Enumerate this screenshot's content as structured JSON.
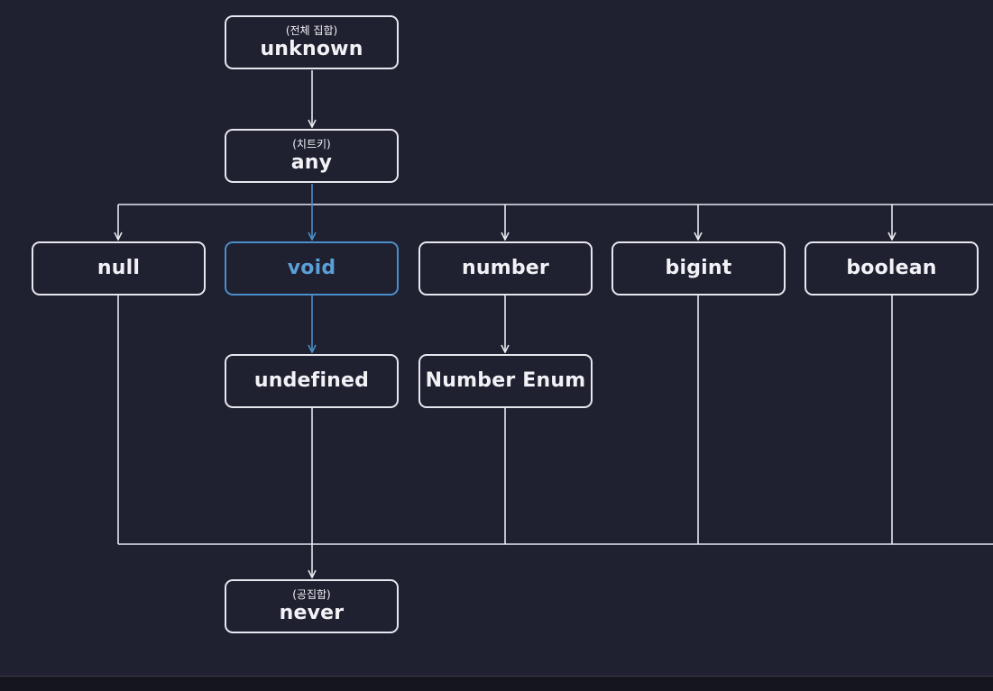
{
  "diagram": {
    "nodes": {
      "unknown": {
        "caption": "(전체 집합)",
        "label": "unknown"
      },
      "any": {
        "caption": "(치트키)",
        "label": "any"
      },
      "null": {
        "label": "null"
      },
      "void": {
        "label": "void"
      },
      "number": {
        "label": "number"
      },
      "bigint": {
        "label": "bigint"
      },
      "boolean": {
        "label": "boolean"
      },
      "undefined": {
        "label": "undefined"
      },
      "numberEnum": {
        "label": "Number Enum"
      },
      "never": {
        "caption": "(공집합)",
        "label": "never"
      }
    },
    "edges": [
      {
        "from": "unknown",
        "to": "any"
      },
      {
        "from": "any",
        "to": "null"
      },
      {
        "from": "any",
        "to": "void",
        "highlight": true
      },
      {
        "from": "any",
        "to": "number"
      },
      {
        "from": "any",
        "to": "bigint"
      },
      {
        "from": "any",
        "to": "boolean"
      },
      {
        "from": "void",
        "to": "undefined",
        "highlight": true
      },
      {
        "from": "number",
        "to": "numberEnum"
      },
      {
        "from": "null",
        "to": "never"
      },
      {
        "from": "undefined",
        "to": "never"
      },
      {
        "from": "numberEnum",
        "to": "never"
      },
      {
        "from": "bigint",
        "to": "never"
      },
      {
        "from": "boolean",
        "to": "never"
      }
    ],
    "highlighted_node": "void"
  },
  "colors": {
    "background": "#1f2030",
    "line": "#e7e7ef",
    "highlight": "#4a8fca",
    "text": "#f2f2f6"
  }
}
